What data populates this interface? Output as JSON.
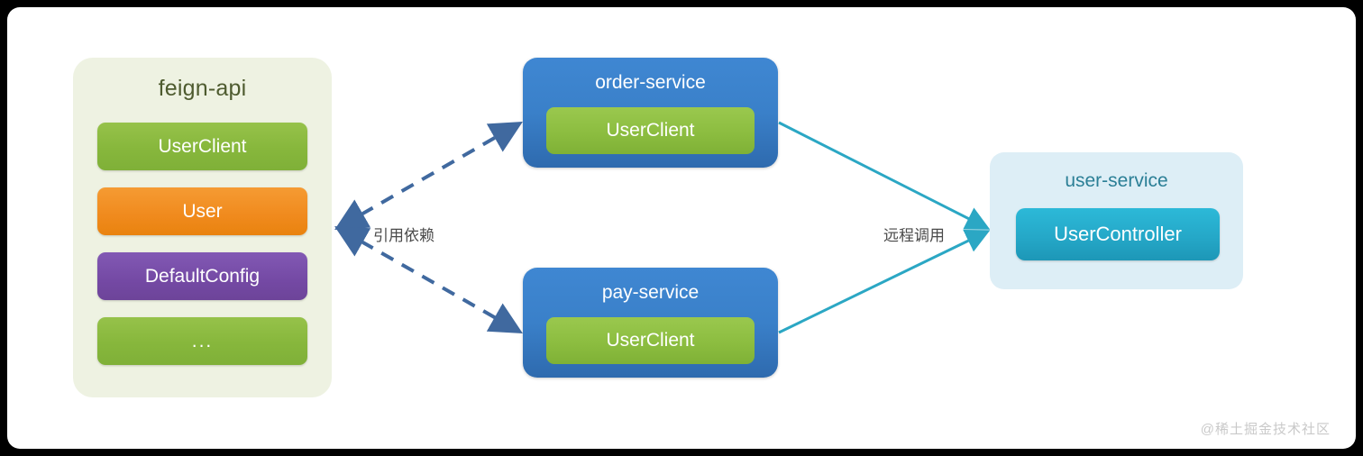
{
  "diagram": {
    "feign_panel": {
      "title": "feign-api",
      "chips": [
        {
          "label": "UserClient",
          "color": "#8cbd40"
        },
        {
          "label": "User",
          "color": "#f08a1d"
        },
        {
          "label": "DefaultConfig",
          "color": "#7449a4"
        },
        {
          "label": "...",
          "color": "#8cbd40"
        }
      ]
    },
    "services": [
      {
        "title": "order-service",
        "inner": "UserClient"
      },
      {
        "title": "pay-service",
        "inner": "UserClient"
      }
    ],
    "user_panel": {
      "title": "user-service",
      "inner": "UserController"
    },
    "edges": {
      "dependency_label": "引用依赖",
      "remote_label": "远程调用",
      "dependency_color": "#40699f",
      "remote_color": "#2ba7c4"
    }
  },
  "watermark": "@稀土掘金技术社区"
}
